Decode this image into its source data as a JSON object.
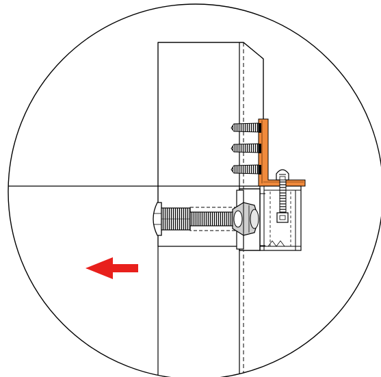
{
  "diagram": {
    "kind": "hardware mounting detail",
    "has_text": false,
    "colors": {
      "background": "#ffffff",
      "line": "#000000",
      "bracket": "#f08a3c",
      "arrow": "#e8201c",
      "screw_shade": "#cfcfcf"
    },
    "icons": {
      "direction_arrow": "arrow-left-icon"
    },
    "components": [
      "detail-circle",
      "wood-panel",
      "horizontal-shelf-joint",
      "angle-bracket",
      "wood-screws",
      "connector-bolt",
      "cam-housing",
      "cap-nut",
      "channel-profile",
      "direction-arrow"
    ]
  }
}
